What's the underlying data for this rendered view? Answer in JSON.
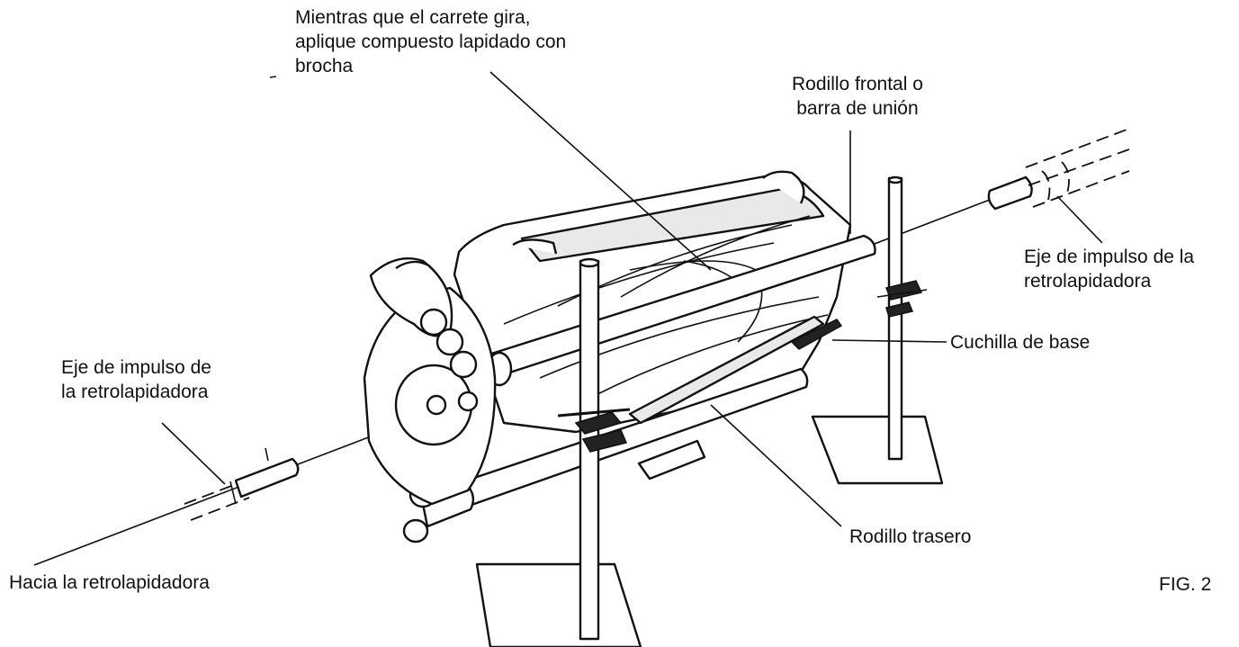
{
  "labels": {
    "apply_compound": [
      "Mientras que el carrete gira,",
      "aplique compuesto lapidado con",
      "brocha"
    ],
    "front_roller": [
      "Rodillo frontal o",
      "barra de unión"
    ],
    "drive_shaft_right": [
      "Eje de impulso de la",
      "retrolapidadora"
    ],
    "bed_knife": [
      "Cuchilla de base"
    ],
    "drive_shaft_left": [
      "Eje de impulso de",
      "la retrolapidadora"
    ],
    "rear_roller": [
      "Rodillo trasero"
    ],
    "to_backlapper": "Hacia la retrolapidadora",
    "figure_number": "FIG. 2"
  }
}
